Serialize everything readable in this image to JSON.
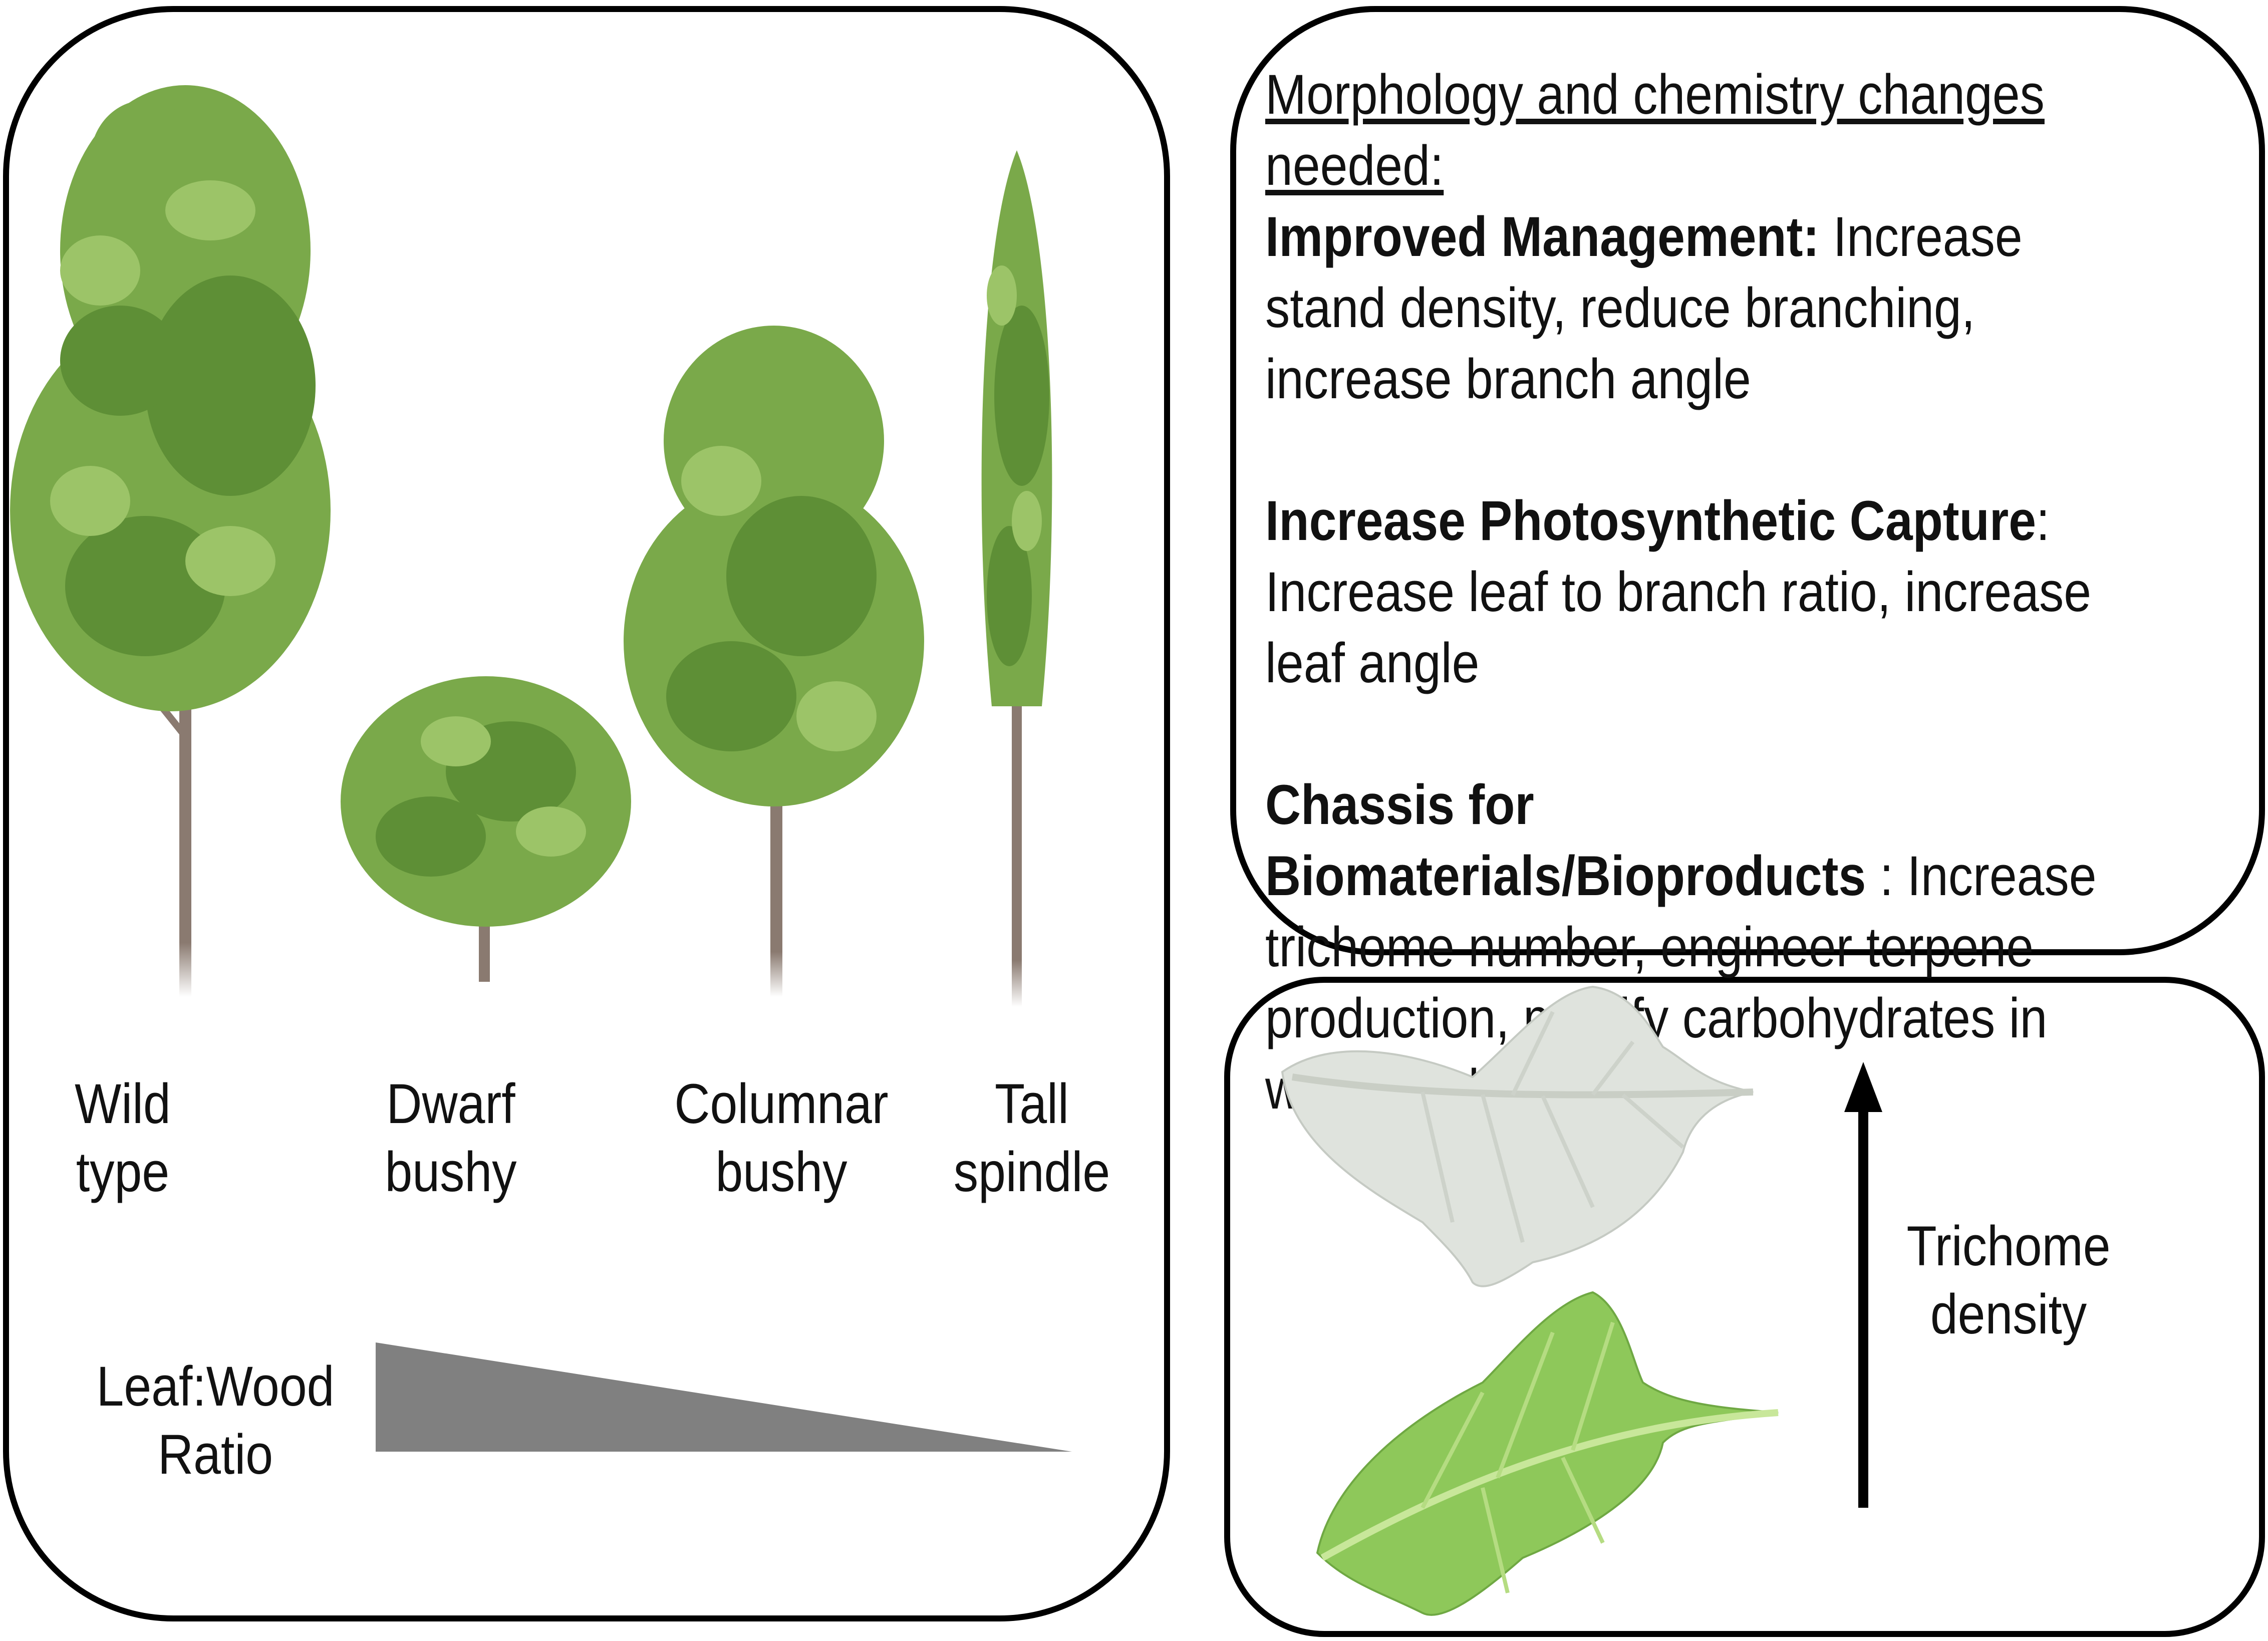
{
  "trees": [
    {
      "id": "wild",
      "label_lines": [
        "Wild",
        "type"
      ]
    },
    {
      "id": "dwarf",
      "label_lines": [
        "Dwarf",
        "bushy"
      ]
    },
    {
      "id": "columnar",
      "label_lines": [
        "Columnar",
        "bushy"
      ]
    },
    {
      "id": "spindle",
      "label_lines": [
        "Tall",
        "spindle"
      ]
    }
  ],
  "ratio": {
    "label_lines": [
      "Leaf:Wood",
      "Ratio"
    ],
    "wedge_color": "#808080"
  },
  "text_panel": {
    "heading": "Morphology and chemistry changes needed:",
    "items": [
      {
        "bold": "Improved Management:",
        "text": " Increase stand density, reduce branching, increase branch angle"
      },
      {
        "bold": "Increase Photosynthetic Capture",
        "text": ": Increase leaf to branch ratio, increase leaf angle"
      },
      {
        "bold": "Chassis for Biomaterials/Bioproducts",
        "text": " : Increase trichome number, engineer terpene production, modify carbohydrates in wood and leaves"
      }
    ]
  },
  "trichome": {
    "label_lines": [
      "Trichome",
      "density"
    ]
  },
  "colors": {
    "foliage": "#7aa94a",
    "foliage_dark": "#5e8f36",
    "foliage_light": "#9cc468",
    "trunk": "#8a7a70",
    "hairy_leaf": "#dfe3dd",
    "green_leaf": "#8ec85a",
    "border": "#000000"
  }
}
